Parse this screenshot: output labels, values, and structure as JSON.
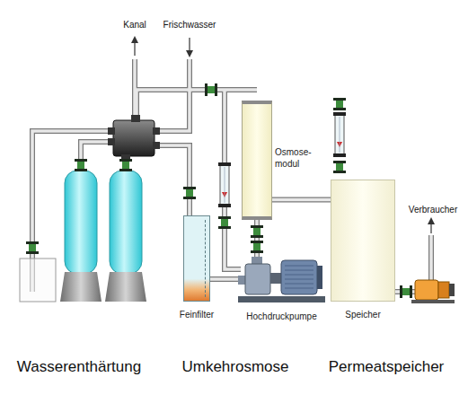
{
  "diagram": {
    "nodes": [
      {
        "text": [
          "Feinfilter"
        ]
      },
      {
        "text": [
          "Osmose- modul"
        ]
      },
      {
        "text": [
          "Hochdruckpumpe"
        ]
      },
      {
        "text": [
          "Speicher"
        ]
      }
    ],
    "edges": [
      {
        "from": 0,
        "to": 2,
        "arrow": "none"
      },
      {
        "from": 2,
        "to": 1,
        "arrow": "none"
      },
      {
        "from": 1,
        "to": 3,
        "arrow": "none"
      }
    ],
    "labels": [
      "Kanal",
      "Frischwasser",
      "Verbraucher",
      "Wasserenthärtung",
      "Umkehrosmose",
      "Permeatspeicher"
    ]
  }
}
